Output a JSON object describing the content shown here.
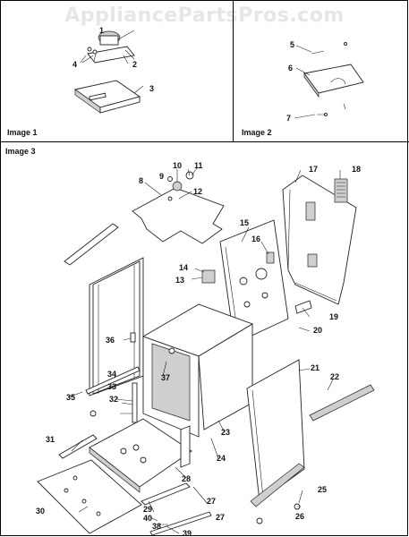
{
  "watermark": "AppliancePartsPros.com",
  "panels": {
    "image1_label": "Image 1",
    "image2_label": "Image 2",
    "image3_label": "Image 3"
  },
  "callouts": {
    "c1": "1",
    "c2": "2",
    "c3": "3",
    "c4": "4",
    "c5": "5",
    "c6": "6",
    "c7": "7",
    "c8": "8",
    "c9": "9",
    "c10": "10",
    "c11": "11",
    "c12": "12",
    "c13": "13",
    "c14": "14",
    "c15": "15",
    "c16": "16",
    "c17": "17",
    "c18": "18",
    "c19": "19",
    "c20": "20",
    "c21": "21",
    "c22": "22",
    "c23": "23",
    "c24": "24",
    "c25": "25",
    "c26": "26",
    "c27a": "27",
    "c27b": "27",
    "c28": "28",
    "c29": "29",
    "c30": "30",
    "c31": "31",
    "c32": "32",
    "c33": "33",
    "c34": "34",
    "c35": "35",
    "c36": "36",
    "c37": "37",
    "c38": "38",
    "c39": "39",
    "c40": "40"
  },
  "colors": {
    "line": "#222222",
    "watermark": "#e6e6e6",
    "shade": "#cfcfcf"
  }
}
